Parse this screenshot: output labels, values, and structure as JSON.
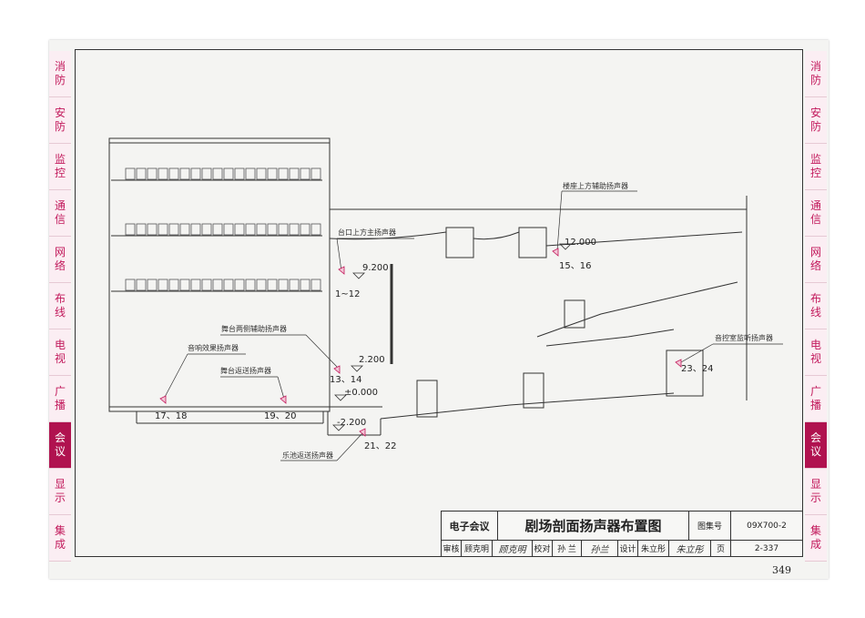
{
  "side_tabs": [
    {
      "text": "消防",
      "active": false
    },
    {
      "text": "安防",
      "active": false
    },
    {
      "text": "监控",
      "active": false
    },
    {
      "text": "通信",
      "active": false
    },
    {
      "text": "网络",
      "active": false
    },
    {
      "text": "布线",
      "active": false
    },
    {
      "text": "电视",
      "active": false
    },
    {
      "text": "广播",
      "active": false
    },
    {
      "text": "会议",
      "active": true
    },
    {
      "text": "显示",
      "active": false
    },
    {
      "text": "集成",
      "active": false
    }
  ],
  "drawing": {
    "labels": {
      "stage_main": "台口上方主扬声器",
      "balcony_aux": "楼座上方辅助扬声器",
      "stage_side_aux": "舞台两侧辅助扬声器",
      "effects": "音响效果扬声器",
      "stage_return": "舞台返送扬声器",
      "control_room": "音控室监听扬声器",
      "pit_return": "乐池返送扬声器"
    },
    "elevations": {
      "e9200": "9.200",
      "e12000": "12.000",
      "e2200": "2.200",
      "e0": "±0.000",
      "em2200": "-2.200"
    },
    "ids": {
      "s1_12": "1~12",
      "s13_14": "13、14",
      "s15_16": "15、16",
      "s17_18": "17、18",
      "s19_20": "19、20",
      "s21_22": "21、22",
      "s23_24": "23、24"
    }
  },
  "title_block": {
    "category": "电子会议",
    "title": "剧场剖面扬声器布置图",
    "atlas_label": "图集号",
    "atlas_no": "09X700-2",
    "review_label": "审核",
    "reviewer": "顾克明",
    "reviewer_sig": "顾克明",
    "check_label": "校对",
    "checker": "孙 兰",
    "checker_sig": "孙兰",
    "design_label": "设计",
    "designer": "朱立彤",
    "designer_sig": "朱立彤",
    "page_label": "页",
    "page_no": "2-337"
  },
  "page_number": "349"
}
